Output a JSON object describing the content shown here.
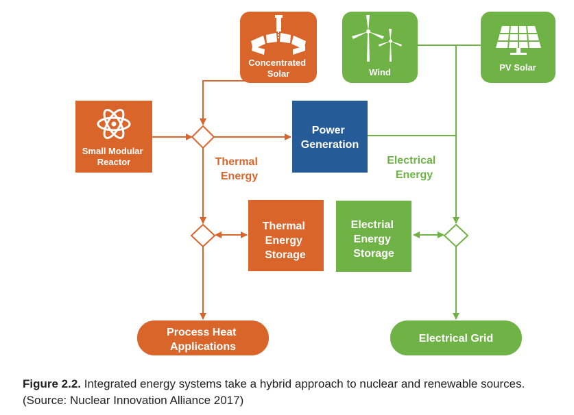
{
  "colors": {
    "orange": "#d9652a",
    "green": "#6fb246",
    "blue": "#255c98",
    "white": "#ffffff"
  },
  "nodes": {
    "concentrated_solar": {
      "lines": [
        "Concentrated",
        "Solar"
      ],
      "icon": "concentrated-solar-icon"
    },
    "wind": {
      "lines": [
        "Wind"
      ],
      "icon": "wind-turbine-icon"
    },
    "pv_solar": {
      "lines": [
        "PV Solar"
      ],
      "icon": "solar-panel-icon"
    },
    "small_modular_reactor": {
      "lines": [
        "Small Modular",
        "Reactor"
      ],
      "icon": "atom-icon"
    },
    "power_generation": {
      "lines": [
        "Power",
        "Generation"
      ]
    },
    "thermal_energy_storage": {
      "lines": [
        "Thermal",
        "Energy",
        "Storage"
      ]
    },
    "electrial_energy_storage": {
      "lines": [
        "Electrial",
        "Energy",
        "Storage"
      ]
    },
    "process_heat_applications": {
      "lines": [
        "Process Heat",
        "Applications"
      ]
    },
    "electrical_grid": {
      "lines": [
        "Electrical Grid"
      ]
    }
  },
  "flow_labels": {
    "thermal_energy": [
      "Thermal",
      "Energy"
    ],
    "electrical_energy": [
      "Electrical",
      "Energy"
    ]
  },
  "caption": {
    "label": "Figure 2.2.",
    "text": " Integrated energy systems take a hybrid approach to nuclear and renewable sources.",
    "source": "(Source: Nuclear Innovation Alliance 2017)"
  }
}
